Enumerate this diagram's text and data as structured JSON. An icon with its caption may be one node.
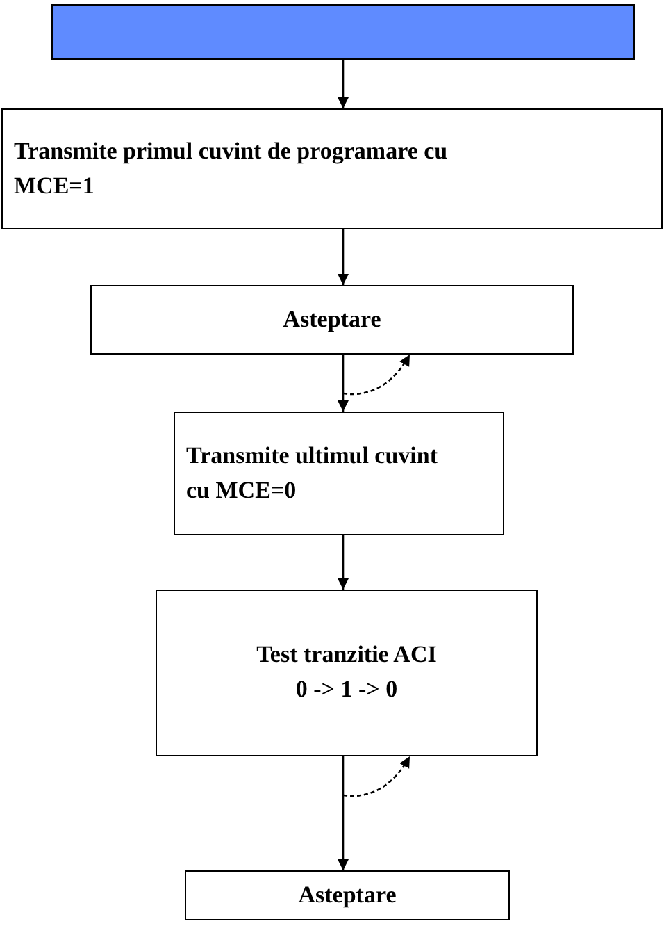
{
  "diagram": {
    "nodes": [
      {
        "text": [],
        "shape": "box"
      },
      {
        "text": [
          "Transmite primul cuvint de programare cu MCE=1"
        ]
      },
      {
        "text": [
          "Asteptare"
        ]
      },
      {
        "text": [
          "Transmite ultimul cuvint cu MCE=0"
        ]
      },
      {
        "text": [
          "Test tranzitie ACI",
          "0 -> 1 -> 0"
        ]
      },
      {
        "text": [
          "Asteptare"
        ]
      }
    ],
    "edges": [
      {
        "from": 0,
        "to": 1,
        "arrow": "to"
      },
      {
        "from": 1,
        "to": 2,
        "arrow": "to"
      },
      {
        "from": 2,
        "to": 3,
        "arrow": "to"
      },
      {
        "from": null,
        "to": 2,
        "arrow": "to",
        "style": "dashed"
      },
      {
        "from": 3,
        "to": 4,
        "arrow": "to"
      },
      {
        "from": 4,
        "to": 5,
        "arrow": "to"
      },
      {
        "from": null,
        "to": 4,
        "arrow": "to",
        "style": "dashed"
      }
    ]
  }
}
